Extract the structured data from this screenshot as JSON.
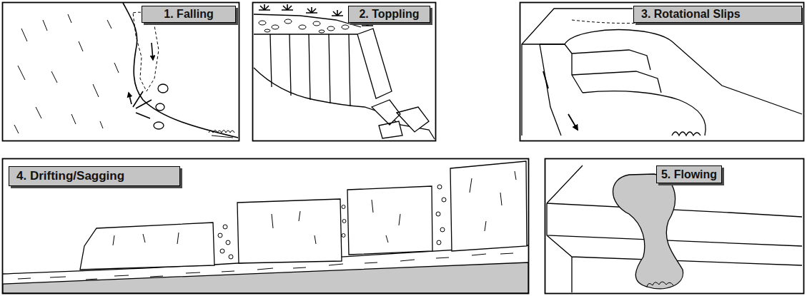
{
  "diagram": {
    "nodes": [
      {
        "text": [
          "1. Falling"
        ]
      },
      {
        "text": [
          "2. Toppling"
        ]
      },
      {
        "text": [
          "3. Rotational Slips"
        ]
      },
      {
        "text": [
          "4. Drifting/Sagging"
        ]
      },
      {
        "text": [
          "5. Flowing"
        ]
      }
    ]
  }
}
